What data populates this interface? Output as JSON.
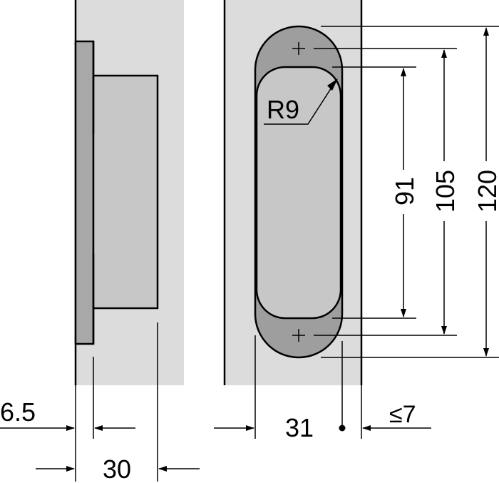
{
  "colors": {
    "panel_fill": "#dcdcdc",
    "body_fill": "#c7c7c7",
    "plate_fill": "#a8a8a8",
    "cap_fill": "#9e9e9e",
    "line": "#000000"
  },
  "labels": {
    "radius": "R9",
    "dim_91": "91",
    "dim_105": "105",
    "dim_120": "120",
    "dim_6_5": "6.5",
    "dim_30": "30",
    "dim_31": "31",
    "dim_le7": "≤7"
  }
}
